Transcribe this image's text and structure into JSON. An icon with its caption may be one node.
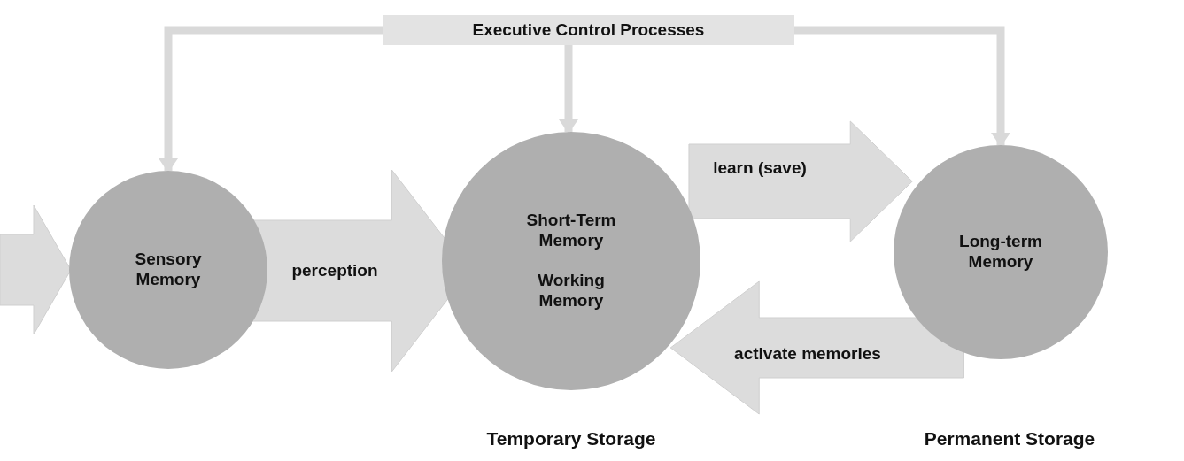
{
  "diagram": {
    "nodes": [
      {
        "text": [
          "Executive Control Processes"
        ]
      },
      {
        "text": [
          "Sensory Memory"
        ]
      },
      {
        "text": [
          "Short-Term Memory",
          "Working Memory"
        ],
        "beside": [
          "Temporary Storage"
        ]
      },
      {
        "text": [
          "Long-term Memory"
        ],
        "beside": [
          "Permanent Storage"
        ]
      }
    ],
    "edges": [
      {
        "from": null,
        "to": 1,
        "arrow": "to",
        "style": "thick"
      },
      {
        "from": 1,
        "to": 2,
        "arrow": "to",
        "style": "thick",
        "label": "perception"
      },
      {
        "from": 2,
        "to": 3,
        "arrow": "to",
        "style": "thick",
        "label": "learn (save)"
      },
      {
        "from": 3,
        "to": 2,
        "arrow": "to",
        "style": "thick",
        "label": "activate memories"
      },
      {
        "from": 0,
        "to": 1,
        "arrow": "to"
      },
      {
        "from": 0,
        "to": 2,
        "arrow": "to"
      },
      {
        "from": 0,
        "to": 3,
        "arrow": "to"
      }
    ]
  }
}
